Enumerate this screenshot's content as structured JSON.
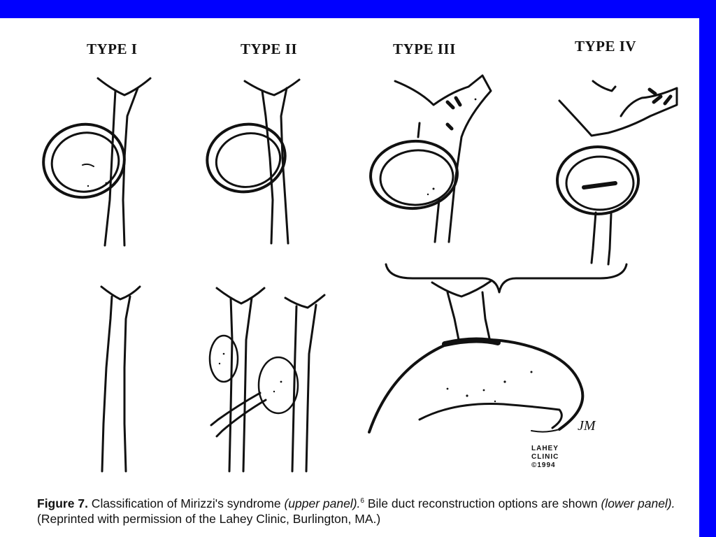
{
  "figure": {
    "type_labels": [
      "TYPE I",
      "TYPE II",
      "TYPE III",
      "TYPE IV"
    ],
    "credit": {
      "line1": "LAHEY",
      "line2": "CLINIC",
      "line3": "©1994"
    },
    "signature": "JM"
  },
  "caption": {
    "figure_label": "Figure 7.",
    "text1": " Classification of Mirizzi's syndrome ",
    "upper_panel": "(upper panel).",
    "ref": "6",
    "text2": " Bile duct reconstruction options are shown ",
    "lower_panel": "(lower panel).",
    "text3": " (Reprinted with permission of the Lahey Clinic, Burlington, MA.)"
  },
  "colors": {
    "frame": "#0000ff",
    "background": "#ffffff",
    "ink": "#111111"
  }
}
